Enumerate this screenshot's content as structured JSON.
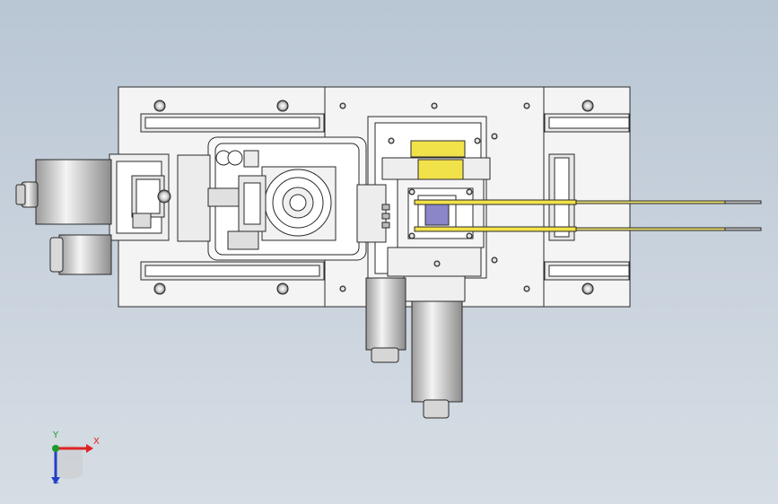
{
  "viewport": {
    "background_top": "#b9c6d4",
    "background_bottom": "#d6dde4",
    "part_fill": "#ffffff",
    "part_stroke": "#2a2a2a",
    "shade_fill": "#d9d9d9",
    "accent_yellow": "#f2e24a",
    "accent_purple": "#8a86c8"
  },
  "triad": {
    "x_label": "X",
    "y_label": "Y",
    "z_label": "Z",
    "x_color": "#dd2222",
    "y_color": "#1a9a2a",
    "z_color": "#2240c8"
  }
}
